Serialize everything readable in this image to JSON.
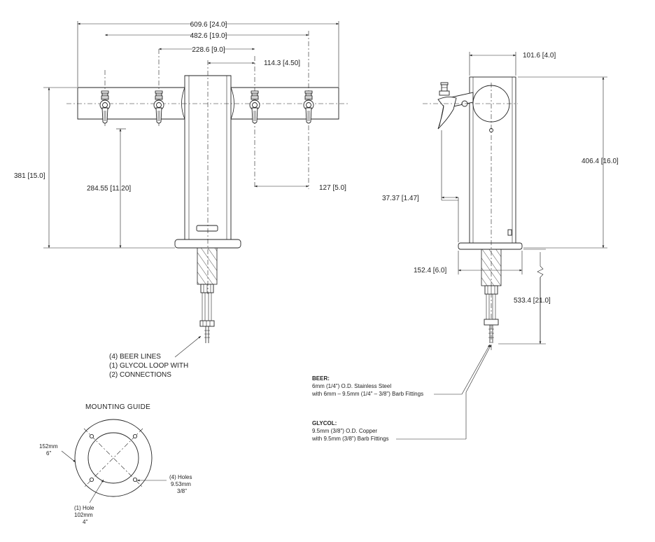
{
  "front_view": {
    "dims": {
      "overall_width": "609.6 [24.0]",
      "outer_tap_spacing": "482.6 [19.0]",
      "inner_tap_spacing": "228.6 [9.0]",
      "center_offset": "114.3 [4.50]",
      "overall_height": "381 [15.0]",
      "tap_height": "284.55 [11.20]",
      "tap_pitch": "127 [5.0]"
    },
    "beer_lines_note": {
      "line1": "(4) BEER LINES",
      "line2": "(1) GLYCOL LOOP WITH",
      "line3": "(2) CONNECTIONS"
    }
  },
  "side_view": {
    "dims": {
      "column_width": "101.6 [4.0]",
      "column_height": "406.4 [16.0]",
      "faucet_depth": "37.37 [1.47]",
      "base_width": "152.4 [6.0]",
      "line_length": "533.4 [21.0]"
    },
    "beer_note": {
      "heading": "BEER:",
      "line1": "6mm (1/4\") O.D. Stainless Steel",
      "line2": "with 6mm – 9.5mm (1/4\" – 3/8\") Barb Fittings"
    },
    "glycol_note": {
      "heading": "GLYCOL:",
      "line1": "9.5mm (3/8\") O.D. Copper",
      "line2": "with 9.5mm (3/8\") Barb Fittings"
    }
  },
  "mounting_guide": {
    "title": "MOUNTING GUIDE",
    "outer_label": {
      "line1": "152mm",
      "line2": "6\""
    },
    "holes_label": {
      "line1": "(4) Holes",
      "line2": "9.53mm",
      "line3": "3/8\""
    },
    "center_label": {
      "line1": "(1) Hole",
      "line2": "102mm",
      "line3": "4\""
    }
  }
}
